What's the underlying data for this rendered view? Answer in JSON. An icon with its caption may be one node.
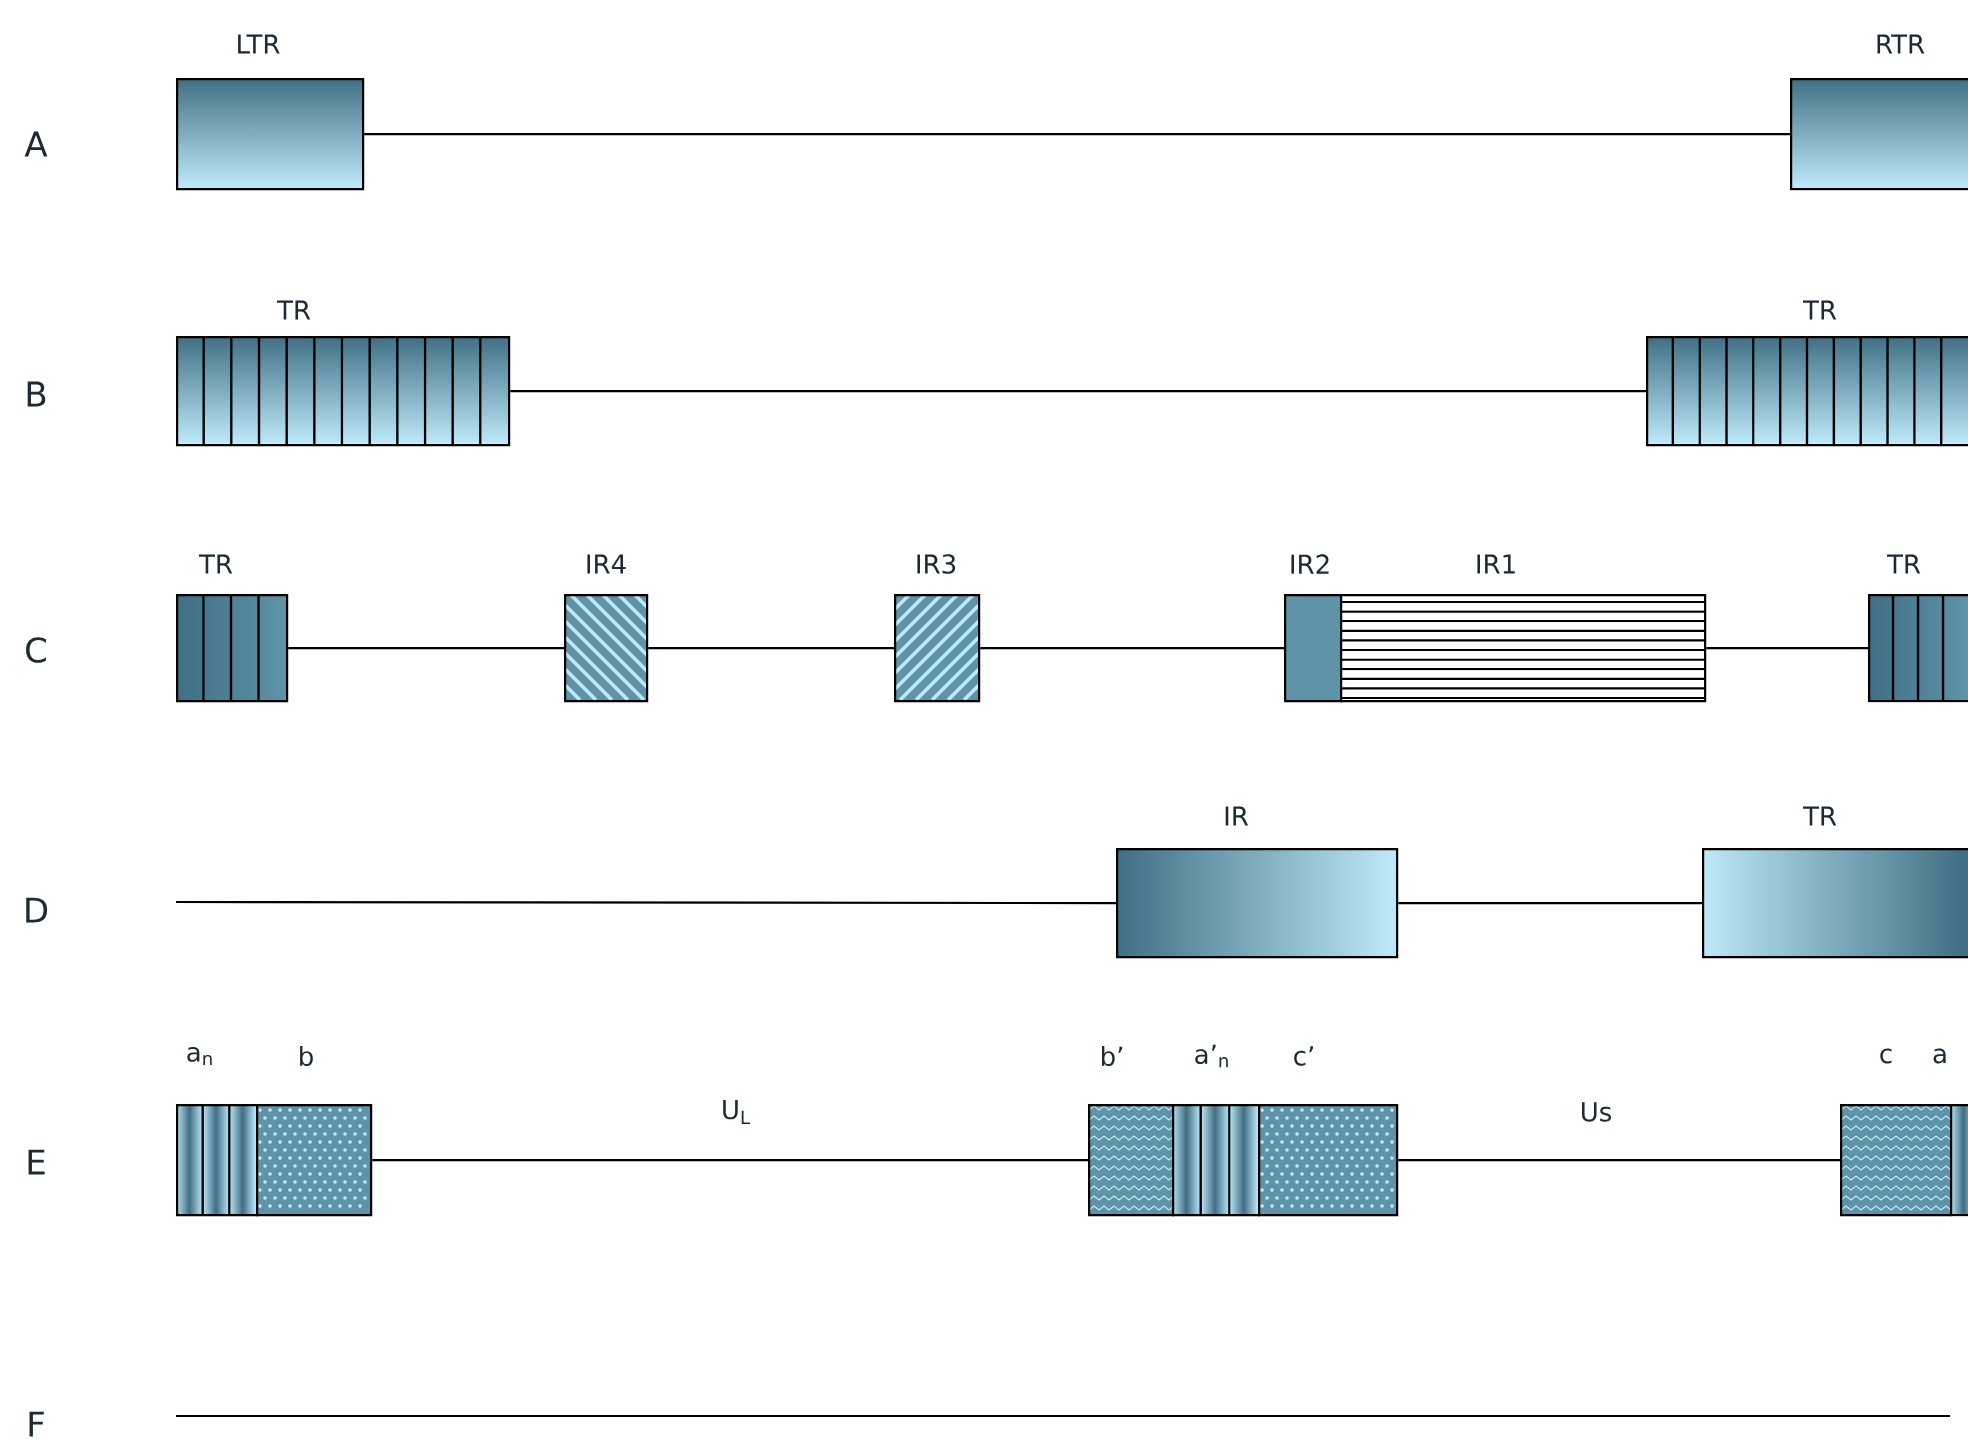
{
  "diagram": {
    "nodes": [
      {
        "text": [
          "LTR"
        ]
      },
      {
        "text": [
          "RTR"
        ]
      },
      {
        "text": [
          "TR"
        ]
      },
      {
        "text": [
          "TR"
        ]
      },
      {
        "text": [
          "TR"
        ]
      },
      {
        "text": [
          "IR4"
        ]
      },
      {
        "text": [
          "IR3"
        ]
      },
      {
        "text": [
          "IR2"
        ]
      },
      {
        "text": [
          "IR1"
        ]
      },
      {
        "text": [
          "TR"
        ]
      },
      {
        "text": [
          "IR"
        ]
      },
      {
        "text": [
          "TR"
        ]
      },
      {
        "text": [
          "a$_{n}$"
        ]
      },
      {
        "text": [
          "b"
        ]
      },
      {
        "text": [
          "b’"
        ]
      },
      {
        "text": [
          "a’$_{n}$"
        ]
      },
      {
        "text": [
          "c’"
        ]
      },
      {
        "text": [
          "c"
        ]
      },
      {
        "text": [
          "a"
        ]
      }
    ],
    "edges": [
      {
        "from": 0,
        "to": 1,
        "arrow": "none"
      },
      {
        "from": 2,
        "to": 3,
        "arrow": "none"
      },
      {
        "from": 4,
        "to": 5,
        "arrow": "none"
      },
      {
        "from": 5,
        "to": 6,
        "arrow": "none"
      },
      {
        "from": 6,
        "to": 7,
        "arrow": "none"
      },
      {
        "from": 8,
        "to": 9,
        "arrow": "none"
      },
      {
        "from": null,
        "to": 10,
        "arrow": "none"
      },
      {
        "from": 10,
        "to": 11,
        "arrow": "none"
      },
      {
        "from": 13,
        "to": 14,
        "arrow": "none",
        "label": "U$_{L}$"
      },
      {
        "from": 16,
        "to": 17,
        "arrow": "none",
        "label": "Us"
      }
    ],
    "labels": [
      "A",
      "B",
      "C",
      "D",
      "E",
      "F"
    ]
  }
}
